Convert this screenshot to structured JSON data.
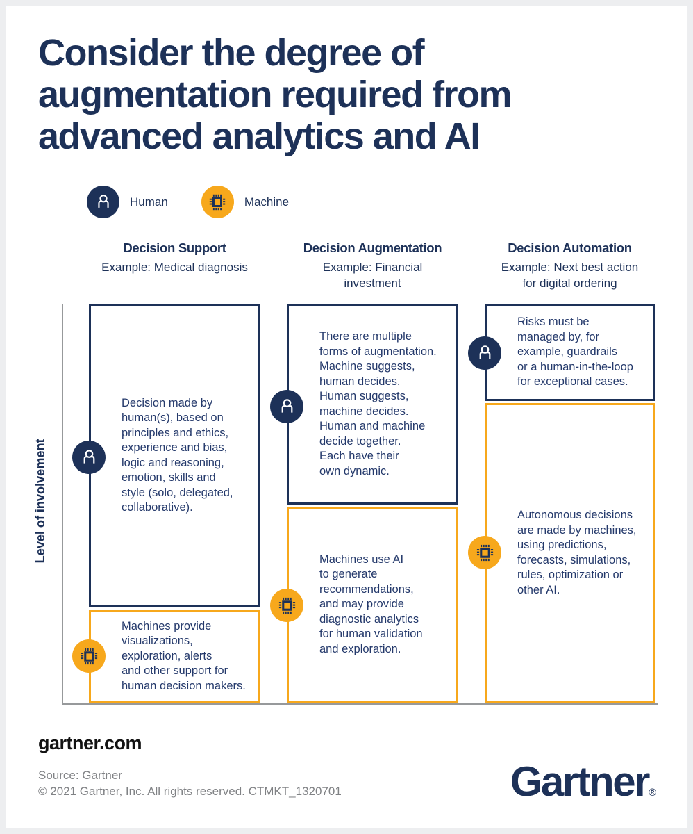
{
  "title": "Consider the degree of\naugmentation required from\nadvanced analytics and AI",
  "legend": {
    "human_label": "Human",
    "machine_label": "Machine"
  },
  "axis": {
    "y_label": "Level of involvement"
  },
  "columns": [
    {
      "header": "Decision Support",
      "example": "Example: Medical diagnosis",
      "human_box": "Decision made by\nhuman(s), based on\nprinciples and ethics,\nexperience and bias,\nlogic and reasoning,\nemotion, skills and\nstyle (solo, delegated,\ncollaborative).",
      "machine_box": "Machines provide\nvisualizations,\nexploration, alerts\nand other support for\nhuman decision makers."
    },
    {
      "header": "Decision Augmentation",
      "example": "Example: Financial\ninvestment",
      "human_box": "There are multiple\nforms of augmentation.\nMachine suggests,\nhuman decides.\nHuman suggests,\nmachine decides.\nHuman and machine\ndecide together.\nEach have their\nown dynamic.",
      "machine_box": "Machines use AI\nto generate\nrecommendations,\nand may provide\ndiagnostic analytics\nfor human validation\nand exploration."
    },
    {
      "header": "Decision Automation",
      "example": "Example: Next best action\nfor digital ordering",
      "human_box": "Risks must be\nmanaged by, for\nexample, guardrails\nor a human-in-the-loop\nfor exceptional cases.",
      "machine_box": "Autonomous decisions\nare made by machines,\nusing predictions,\nforecasts, simulations,\nrules, optimization or\nother AI."
    }
  ],
  "footer": {
    "site": "gartner.com",
    "source": "Source: Gartner\n© 2021 Gartner, Inc. All rights reserved. CTMKT_1320701",
    "logo_text": "Gartner",
    "registered_mark": "®"
  },
  "colors": {
    "navy": "#1d3158",
    "orange": "#f7a81c",
    "body_text": "#24396b",
    "axis_gray": "#97999b",
    "footer_gray": "#808285",
    "frame_gray": "#edeef0"
  }
}
